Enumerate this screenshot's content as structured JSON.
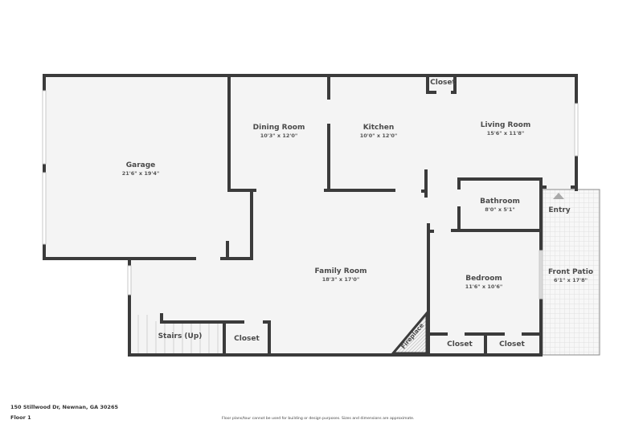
{
  "footer": {
    "address": "150 Stillwood Dr, Newnan, GA 30265",
    "floor": "Floor 1",
    "disclaimer": "Floor plans/tour cannot be used for building or design purposes. Sizes and dimensions are approximate."
  },
  "colors": {
    "wall": "#3b3b3b",
    "floor": "#f4f4f4",
    "patio_grid": "#dcdcdc",
    "window": "#ffffff",
    "text": "#4a4a4a",
    "entry_arrow": "#aaaaaa"
  },
  "rooms": {
    "garage": {
      "name": "Garage",
      "dims": "21'6\" x 19'4\""
    },
    "dining": {
      "name": "Dining Room",
      "dims": "10'3\" x 12'0\""
    },
    "kitchen": {
      "name": "Kitchen",
      "dims": "10'0\" x 12'0\""
    },
    "living": {
      "name": "Living Room",
      "dims": "15'6\" x 11'8\""
    },
    "bathroom": {
      "name": "Bathroom",
      "dims": "8'0\" x 5'1\""
    },
    "entry": {
      "name": "Entry"
    },
    "family": {
      "name": "Family Room",
      "dims": "18'3\" x 17'0\""
    },
    "bedroom": {
      "name": "Bedroom",
      "dims": "11'6\" x 10'6\""
    },
    "front_patio": {
      "name": "Front Patio",
      "dims": "6'1\" x 17'8\""
    },
    "stairs": {
      "name": "Stairs (Up)"
    },
    "closet_top": {
      "name": "Closet"
    },
    "closet_stairs": {
      "name": "Closet"
    },
    "closet_bed_left": {
      "name": "Closet"
    },
    "closet_bed_right": {
      "name": "Closet"
    },
    "fireplace": {
      "name": "Fireplace"
    }
  }
}
